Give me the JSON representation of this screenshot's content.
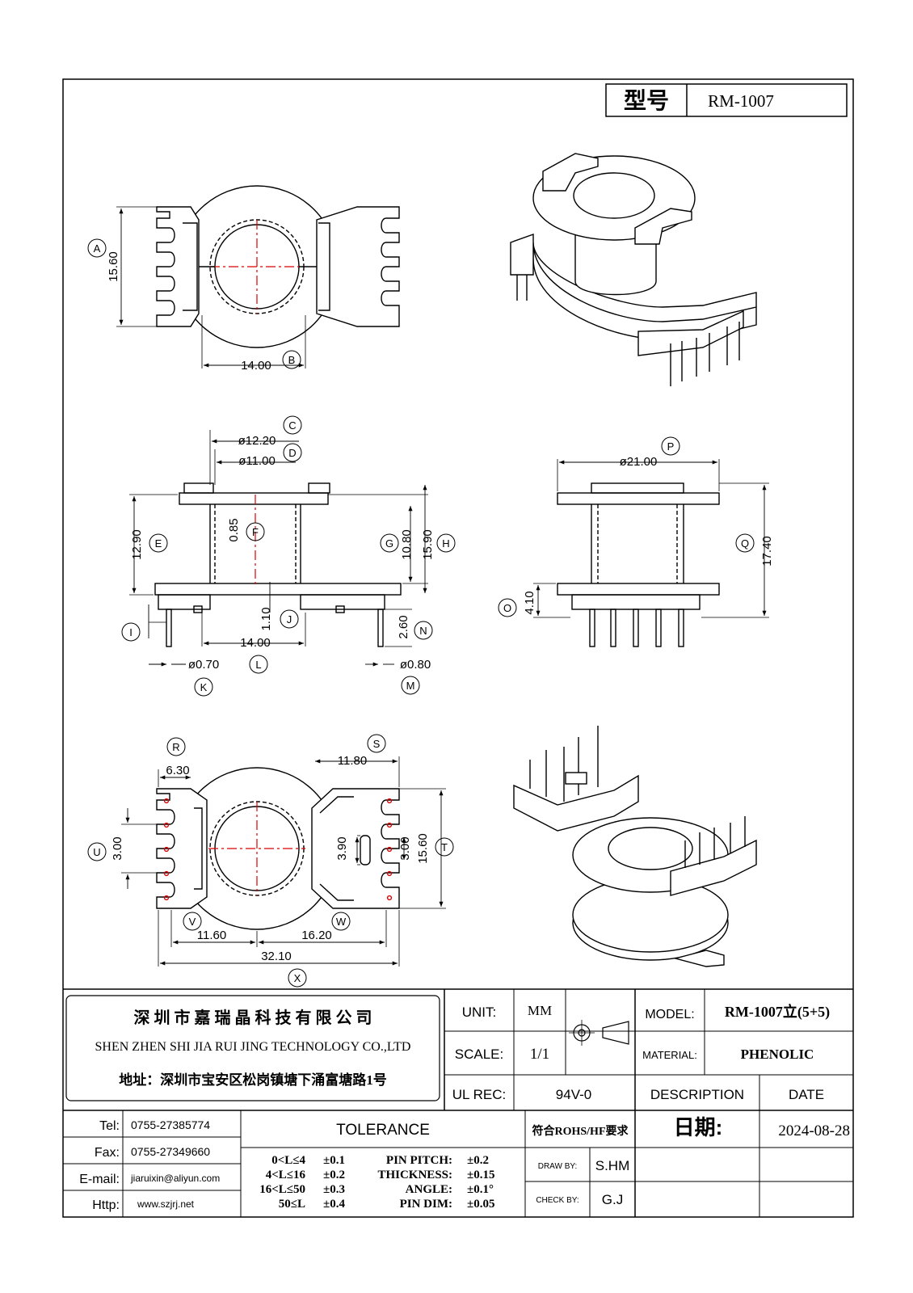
{
  "header": {
    "model_label": "型号",
    "model_value": "RM-1007"
  },
  "dims": {
    "A": "A",
    "B": "B",
    "C": "C",
    "D": "D",
    "E": "E",
    "F": "F",
    "G": "G",
    "H": "H",
    "I": "I",
    "J": "J",
    "K": "K",
    "L": "L",
    "M": "M",
    "N": "N",
    "O": "O",
    "P": "P",
    "Q": "Q",
    "R": "R",
    "S": "S",
    "T": "T",
    "U": "U",
    "V": "V",
    "W": "W",
    "X": "X",
    "a_val": "15.60",
    "b_val": "14.00",
    "c_val": "ø12.20",
    "d_val": "ø11.00",
    "e_val": "12.90",
    "f_val": "0.85",
    "g_val": "10.80",
    "h_val": "15.90",
    "j_val": "1.10",
    "l_val": "14.00",
    "k_val": "ø0.70",
    "m_val": "ø0.80",
    "n_val": "2.60",
    "p_val": "ø21.00",
    "q_val": "17.40",
    "o_val": "4.10",
    "r_val": "6.30",
    "s_val": "11.80",
    "t_val": "15.60",
    "u_val": "3.00",
    "w_val": "16.20",
    "v_val": "11.60",
    "x_val": "32.10",
    "slot_val": "3.90",
    "pitch_val": "3.00"
  },
  "title_block": {
    "company_cn": "深 圳 市 嘉 瑞 晶 科 技 有 限 公 司",
    "company_en": "SHEN ZHEN SHI   JIA RUI JING   TECHNOLOGY CO.,LTD",
    "address": "地址：深圳市宝安区松岗镇塘下涌富塘路1号",
    "unit_label": "UNIT:",
    "unit_value": "MM",
    "scale_label": "SCALE:",
    "scale_value": "1/1",
    "model_label": "MODEL:",
    "model_value": "RM-1007立(5+5)",
    "material_label": "MATERIAL:",
    "material_value": "PHENOLIC",
    "ul_label": "UL REC:",
    "ul_value": "94V-0",
    "description_label": "DESCRIPTION",
    "date_label": "DATE",
    "tel_label": "Tel:",
    "tel_value": "0755-27385774",
    "fax_label": "Fax:",
    "fax_value": "0755-27349660",
    "email_label": "E-mail:",
    "email_value": "jiaruixin@aliyun.com",
    "http_label": "Http:",
    "http_value": "www.szjrj.net",
    "tolerance_title": "TOLERANCE",
    "tol_rows": [
      {
        "range": "0<L≤4",
        "value": "±0.1"
      },
      {
        "range": "4<L≤16",
        "value": "±0.2"
      },
      {
        "range": "16<L≤50",
        "value": "±0.3"
      },
      {
        "range": "50≤L",
        "value": "±0.4"
      }
    ],
    "spec_rows": [
      {
        "label": "PIN PITCH:",
        "value": "±0.2"
      },
      {
        "label": "THICKNESS:",
        "value": "±0.15"
      },
      {
        "label": "ANGLE:",
        "value": "±0.1°"
      },
      {
        "label": "PIN DIM:",
        "value": "±0.05"
      }
    ],
    "rohs": "符合ROHS/HF要求",
    "date_cn": "日期:",
    "date_value": "2024-08-28",
    "draw_label": "DRAW BY:",
    "draw_value": "S.HM",
    "check_label": "CHECK BY:",
    "check_value": "G.J"
  }
}
